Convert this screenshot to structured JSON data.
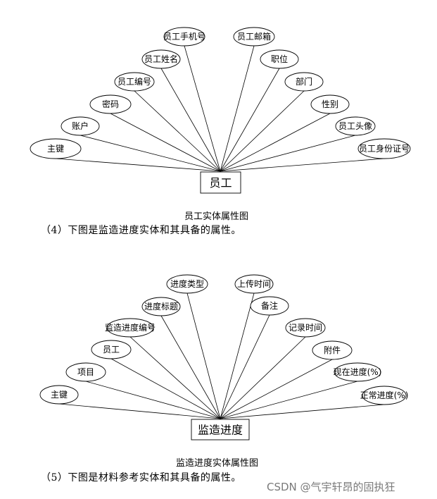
{
  "diagrams": [
    {
      "entity": "员工",
      "attributes": [
        "主键",
        "账户",
        "密码",
        "员工编号",
        "员工姓名",
        "员工手机号",
        "员工邮箱",
        "职位",
        "部门",
        "性别",
        "员工头像",
        "员工身份证号"
      ],
      "caption": "员工实体属性图"
    },
    {
      "entity": "监造进度",
      "attributes": [
        "主键",
        "项目",
        "员工",
        "监造进度编号",
        "进度标题",
        "进度类型",
        "上传时间",
        "备注",
        "记录时间",
        "附件",
        "现在进度(%)",
        "正常进度(%)"
      ],
      "caption": "监造进度实体属性图"
    }
  ],
  "paragraphs": [
    "（4）下图是监造进度实体和其具备的属性。",
    "（5）下图是材料参考实体和其具备的属性。"
  ],
  "watermark": "CSDN @气宇轩昂的固执狂"
}
